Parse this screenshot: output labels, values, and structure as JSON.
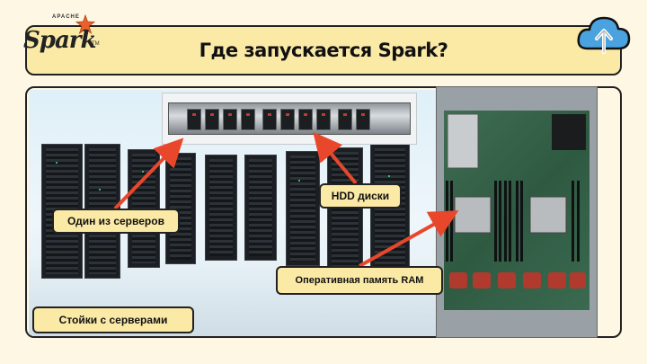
{
  "header": {
    "title": "Где запускается Spark?",
    "logo": {
      "apache": "APACHE",
      "word": "Spark",
      "tm": "TM"
    },
    "upload_icon": "cloud-upload-icon"
  },
  "labels": {
    "one_server": "Один из серверов",
    "hdd": "HDD диски",
    "ram": "Оперативная память RAM",
    "racks": "Стойки с серверами"
  },
  "colors": {
    "background": "#fdf7e4",
    "label_fill": "#fbe9a6",
    "arrow": "#e8472b",
    "cloud": "#4aa3df"
  }
}
